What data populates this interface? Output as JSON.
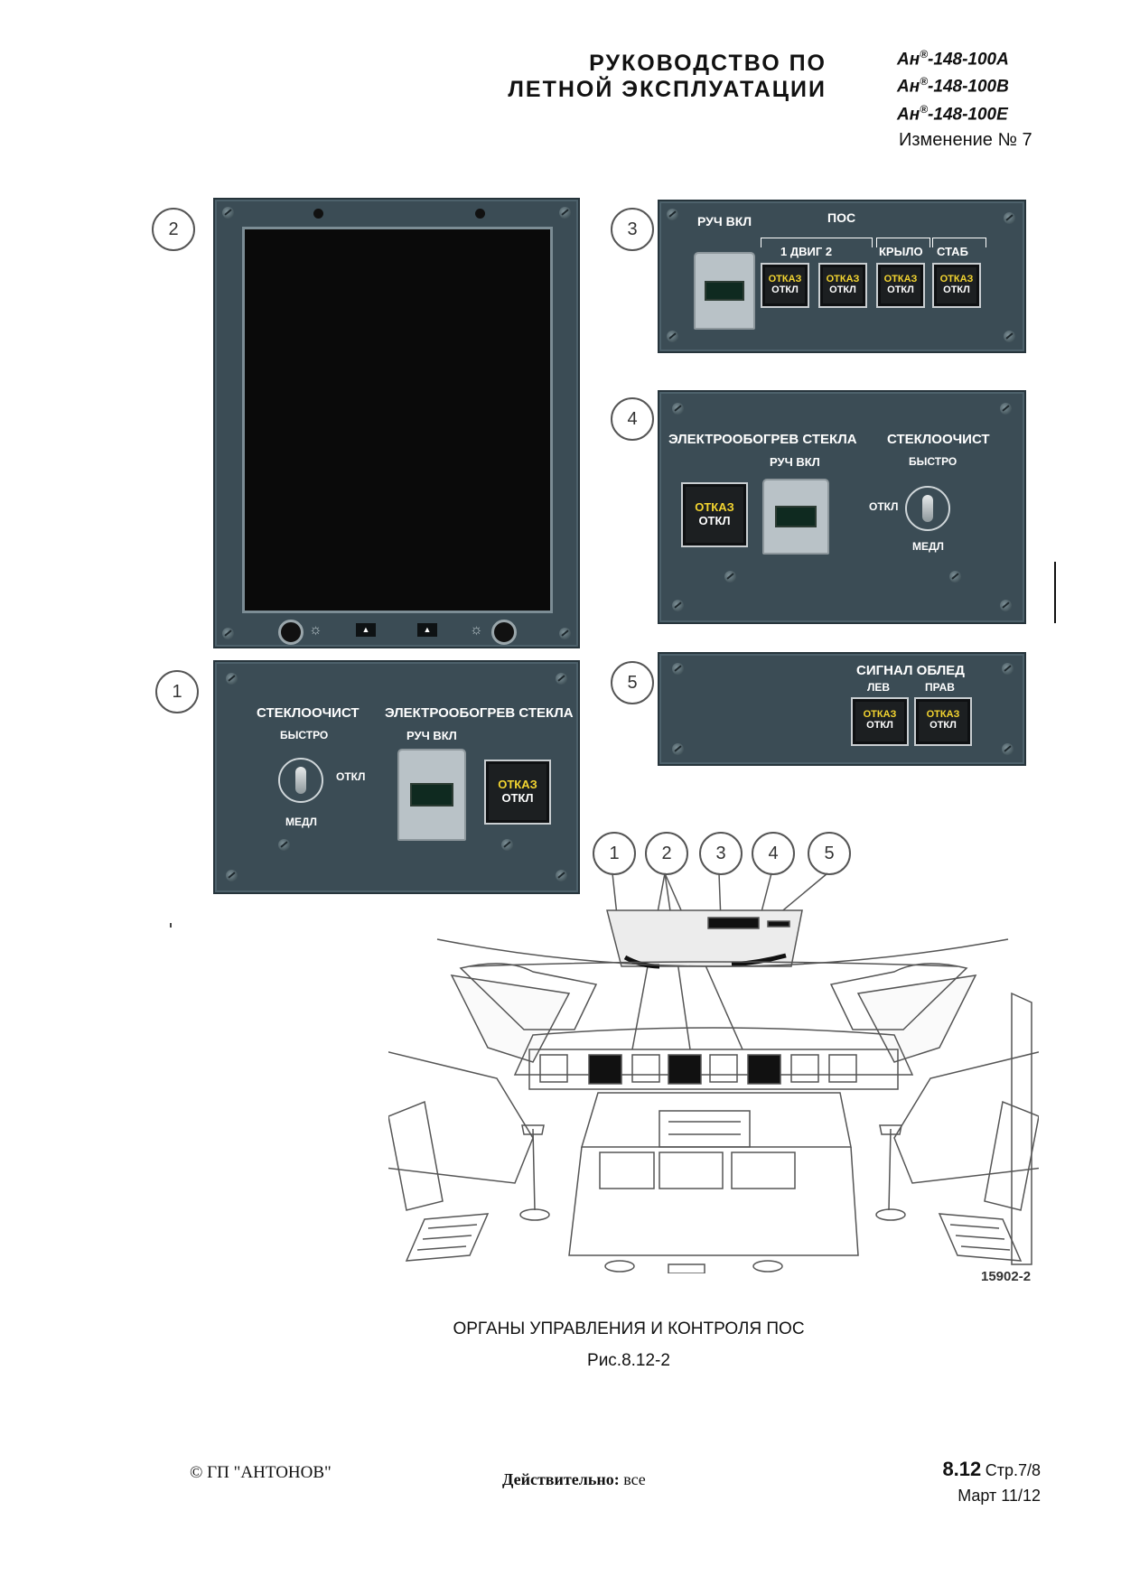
{
  "header": {
    "title_line1": "РУКОВОДСТВО ПО",
    "title_line2": "ЛЕТНОЙ ЭКСПЛУАТАЦИИ",
    "models": [
      {
        "prefix": "Ан",
        "reg": "®",
        "suffix": "-148-100А"
      },
      {
        "prefix": "Ан",
        "reg": "®",
        "suffix": "-148-100В"
      },
      {
        "prefix": "Ан",
        "reg": "®",
        "suffix": "-148-100Е"
      }
    ],
    "change": "Изменение № 7"
  },
  "callouts": [
    "1",
    "2",
    "3",
    "4",
    "5"
  ],
  "panel1": {
    "wiper_label": "СТЕКЛООЧИСТ",
    "wiper_fast": "БЫСТРО",
    "wiper_off": "ОТКЛ",
    "wiper_slow": "МЕДЛ",
    "heat_label": "ЭЛЕКТРООБОГРЕВ СТЕКЛА",
    "manual_on": "РУЧ ВКЛ",
    "fail": "ОТКАЗ",
    "off": "ОТКЛ"
  },
  "panel3": {
    "manual_on": "РУЧ ВКЛ",
    "title": "ПОС",
    "engines": "1 ДВИГ 2",
    "wing": "КРЫЛО",
    "stab": "СТАБ",
    "buttons": [
      {
        "fail": "ОТКАЗ",
        "off": "ОТКЛ"
      },
      {
        "fail": "ОТКАЗ",
        "off": "ОТКЛ"
      },
      {
        "fail": "ОТКАЗ",
        "off": "ОТКЛ"
      },
      {
        "fail": "ОТКАЗ",
        "off": "ОТКЛ"
      }
    ]
  },
  "panel4": {
    "heat_label": "ЭЛЕКТРООБОГРЕВ СТЕКЛА",
    "manual_on": "РУЧ ВКЛ",
    "wiper_label": "СТЕКЛООЧИСТ",
    "wiper_fast": "БЫСТРО",
    "wiper_off": "ОТКЛ",
    "wiper_slow": "МЕДЛ",
    "fail": "ОТКАЗ",
    "off": "ОТКЛ"
  },
  "panel5": {
    "title": "СИГНАЛ ОБЛЕД",
    "left": "ЛЕВ",
    "right": "ПРАВ",
    "buttons": [
      {
        "fail": "ОТКАЗ",
        "off": "ОТКЛ"
      },
      {
        "fail": "ОТКАЗ",
        "off": "ОТКЛ"
      }
    ]
  },
  "cockpit_drawing_id": "15902-2",
  "caption": {
    "title": "ОРГАНЫ УПРАВЛЕНИЯ И КОНТРОЛЯ ПОС",
    "figure": "Рис.8.12-2"
  },
  "footer": {
    "copyright": "© ГП \"АНТОНОВ\"",
    "valid_label": "Действительно:",
    "valid_value": "все",
    "section": "8.12",
    "page": "Стр.7/8",
    "date": "Март 11/12"
  },
  "colors": {
    "panel": "#3b4c55",
    "fail_text": "#f3d430",
    "display": "#0a0a0a"
  }
}
